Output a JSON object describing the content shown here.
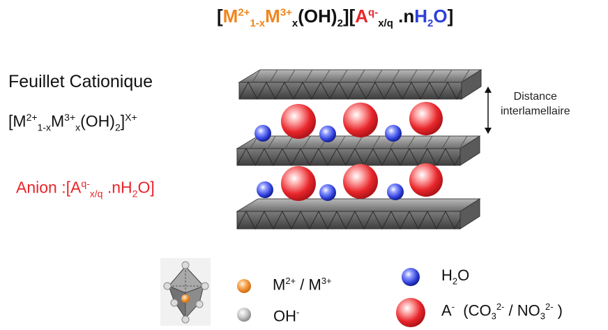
{
  "top_formula": {
    "open1": "[",
    "m2": "M",
    "m2_sup": "2+",
    "m2_sub": "1-x",
    "m3": "M",
    "m3_sup": "3+",
    "m3_sub": "x",
    "oh": "(OH)",
    "oh_sub": "2",
    "close1": "][",
    "a": "A",
    "a_sup": "q-",
    "a_sub": "x/q",
    "dot_n": " .n",
    "h": "H",
    "h_sub": "2",
    "o": "O",
    "close2": "]"
  },
  "left": {
    "title": "Feuillet Cationique",
    "formula": {
      "open": "[M",
      "m2_sup": "2+",
      "m2_sub": "1-x",
      "m3": "M",
      "m3_sup": "3+",
      "m3_sub": "x",
      "oh": "(OH)",
      "oh_sub": "2",
      "close": "]",
      "charge_sup": "X+"
    },
    "anion": {
      "label": "Anion :[A",
      "sup": "q-",
      "sub": "x/q",
      "mid": " .nH",
      "h_sub": "2",
      "end": "O]"
    }
  },
  "distance_label_line1": "Distance",
  "distance_label_line2": "interlamellaire",
  "legend": {
    "metal": {
      "m2": "M",
      "m2_sup": "2+",
      "sep": " / M",
      "m3_sup": "3+"
    },
    "oh": {
      "text": "OH",
      "sup": "-"
    },
    "water": {
      "h": "H",
      "sub": "2",
      "o": "O"
    },
    "anion": {
      "a": "A",
      "a_sup": "-",
      "open": "  (CO",
      "co_sub": "3",
      "co_sup": "2-",
      "mid": " / NO",
      "no_sub": "3",
      "no_sup": "2-",
      "close": " )"
    }
  },
  "colors": {
    "metal": "#f0851d",
    "anion": "#e8262b",
    "water": "#2f3fd9",
    "sheet": "#8a8a8a",
    "oh": "#c8c8c8"
  }
}
